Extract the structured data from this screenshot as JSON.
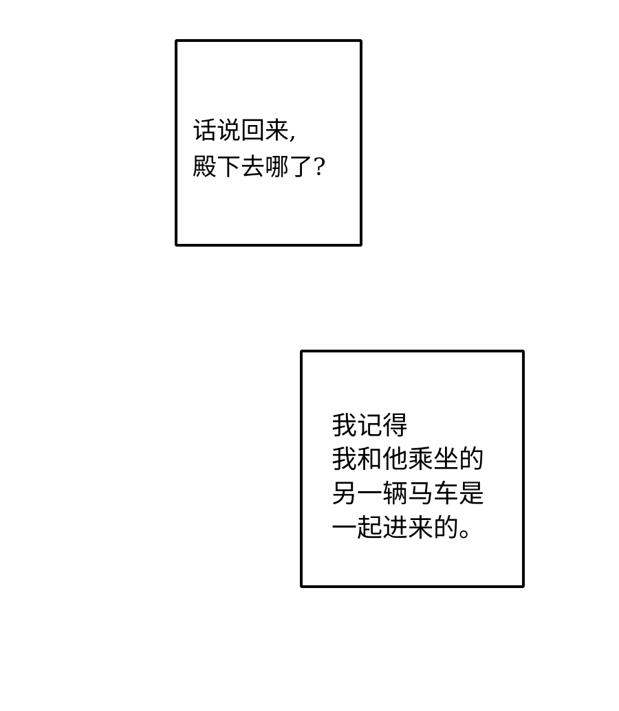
{
  "panels": [
    {
      "lines": [
        "话说回来,",
        "殿下去哪了?"
      ]
    },
    {
      "lines": [
        "我记得",
        "我和他乘坐的",
        "另一辆马车是",
        "一起进来的。"
      ]
    }
  ]
}
